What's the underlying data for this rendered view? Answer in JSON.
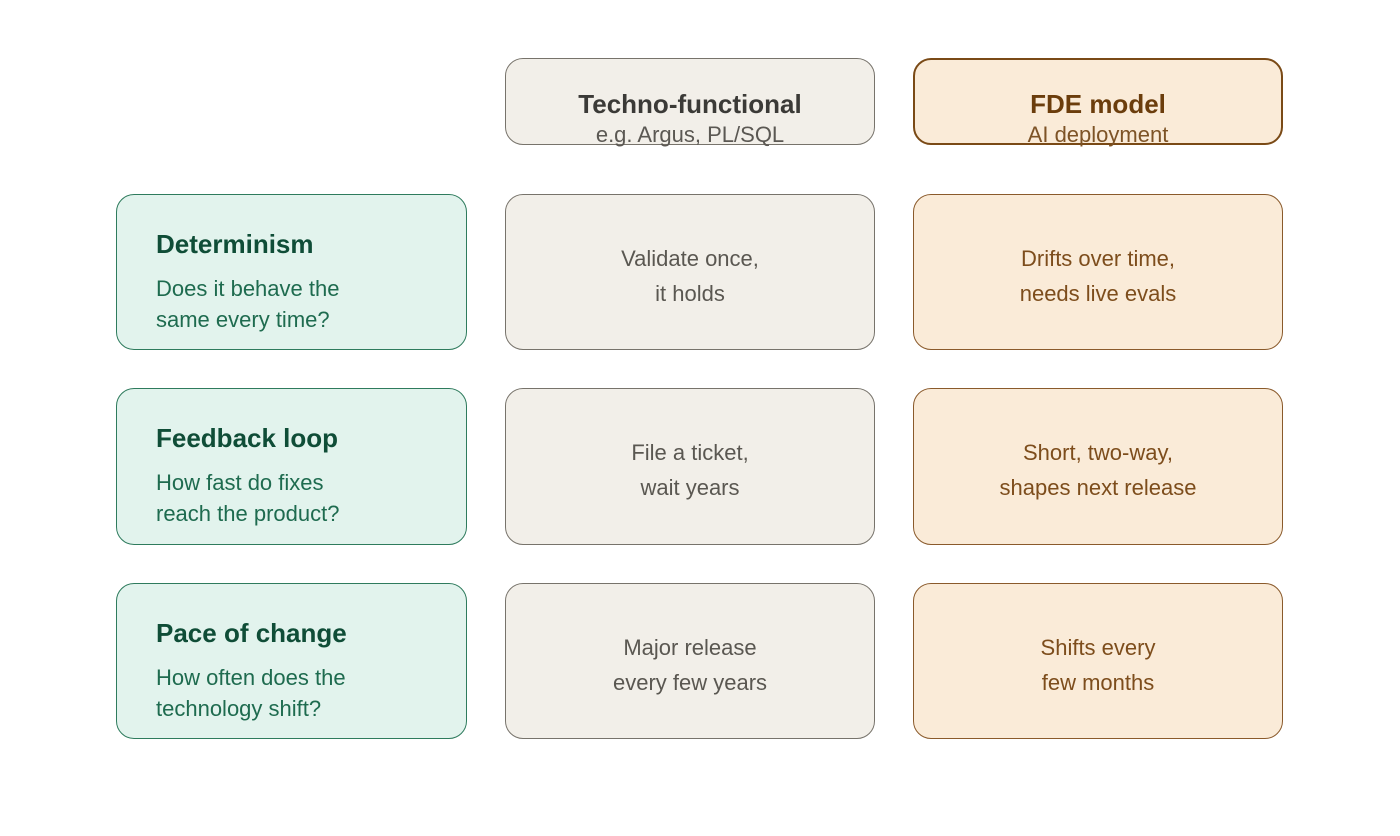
{
  "columns": [
    {
      "title": "Techno-functional",
      "subtitle": "e.g. Argus, PL/SQL"
    },
    {
      "title": "FDE model",
      "subtitle": "AI deployment"
    }
  ],
  "rows": [
    {
      "title": "Determinism",
      "question": [
        "Does it behave the",
        "same every time?"
      ],
      "cells": [
        [
          "Validate once,",
          "it holds"
        ],
        [
          "Drifts over time,",
          "needs live evals"
        ]
      ]
    },
    {
      "title": "Feedback loop",
      "question": [
        "How fast do fixes",
        "reach the product?"
      ],
      "cells": [
        [
          "File a ticket,",
          "wait years"
        ],
        [
          "Short, two-way,",
          "shapes next release"
        ]
      ]
    },
    {
      "title": "Pace of change",
      "question": [
        "How often does the",
        "technology shift?"
      ],
      "cells": [
        [
          "Major release",
          "every few years"
        ],
        [
          "Shifts every",
          "few months"
        ]
      ]
    }
  ],
  "colors": {
    "criteria_fill": "#e2f3ed",
    "criteria_border": "#2e7b5d",
    "neutral_fill": "#f2efe9",
    "neutral_border": "#77736b",
    "warm_fill": "#faebd8",
    "warm_border": "#8a5a2b"
  }
}
